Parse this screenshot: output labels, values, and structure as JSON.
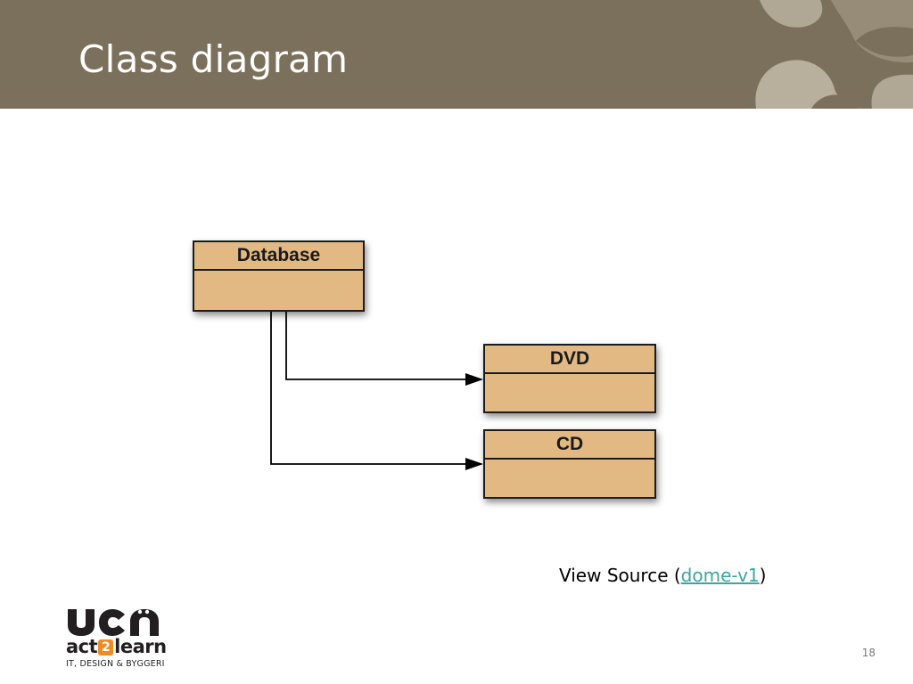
{
  "slide": {
    "title": "Class diagram",
    "page_number": "18"
  },
  "diagram": {
    "classes": [
      {
        "name": "Database"
      },
      {
        "name": "DVD"
      },
      {
        "name": "CD"
      }
    ],
    "relations": [
      {
        "from": "Database",
        "to": "DVD",
        "type": "arrow"
      },
      {
        "from": "Database",
        "to": "CD",
        "type": "arrow"
      }
    ]
  },
  "footer": {
    "view_source_prefix": "View Source (",
    "view_source_link": "dome-v1",
    "view_source_suffix": ")",
    "logo_main": "ucn",
    "logo_act_1": "act",
    "logo_act_2": "2",
    "logo_act_3": "learn",
    "logo_sub": "IT, DESIGN & BYGGERI"
  },
  "colors": {
    "header_bg": "#7b705b",
    "class_fill": "#e2b983",
    "link": "#3aa6a0"
  }
}
